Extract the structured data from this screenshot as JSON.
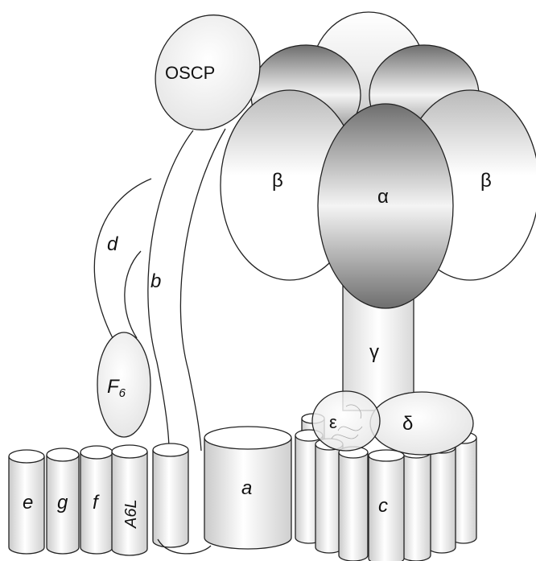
{
  "labels": {
    "oscp": "OSCP",
    "beta_left": "β",
    "alpha": "α",
    "beta_right": "β",
    "gamma": "γ",
    "epsilon": "ε",
    "delta": "δ",
    "d": "d",
    "b": "b",
    "f6_main": "F",
    "f6_sub": "6",
    "e": "e",
    "g": "g",
    "f": "f",
    "a6l": "A6L",
    "a": "a",
    "c": "c"
  }
}
